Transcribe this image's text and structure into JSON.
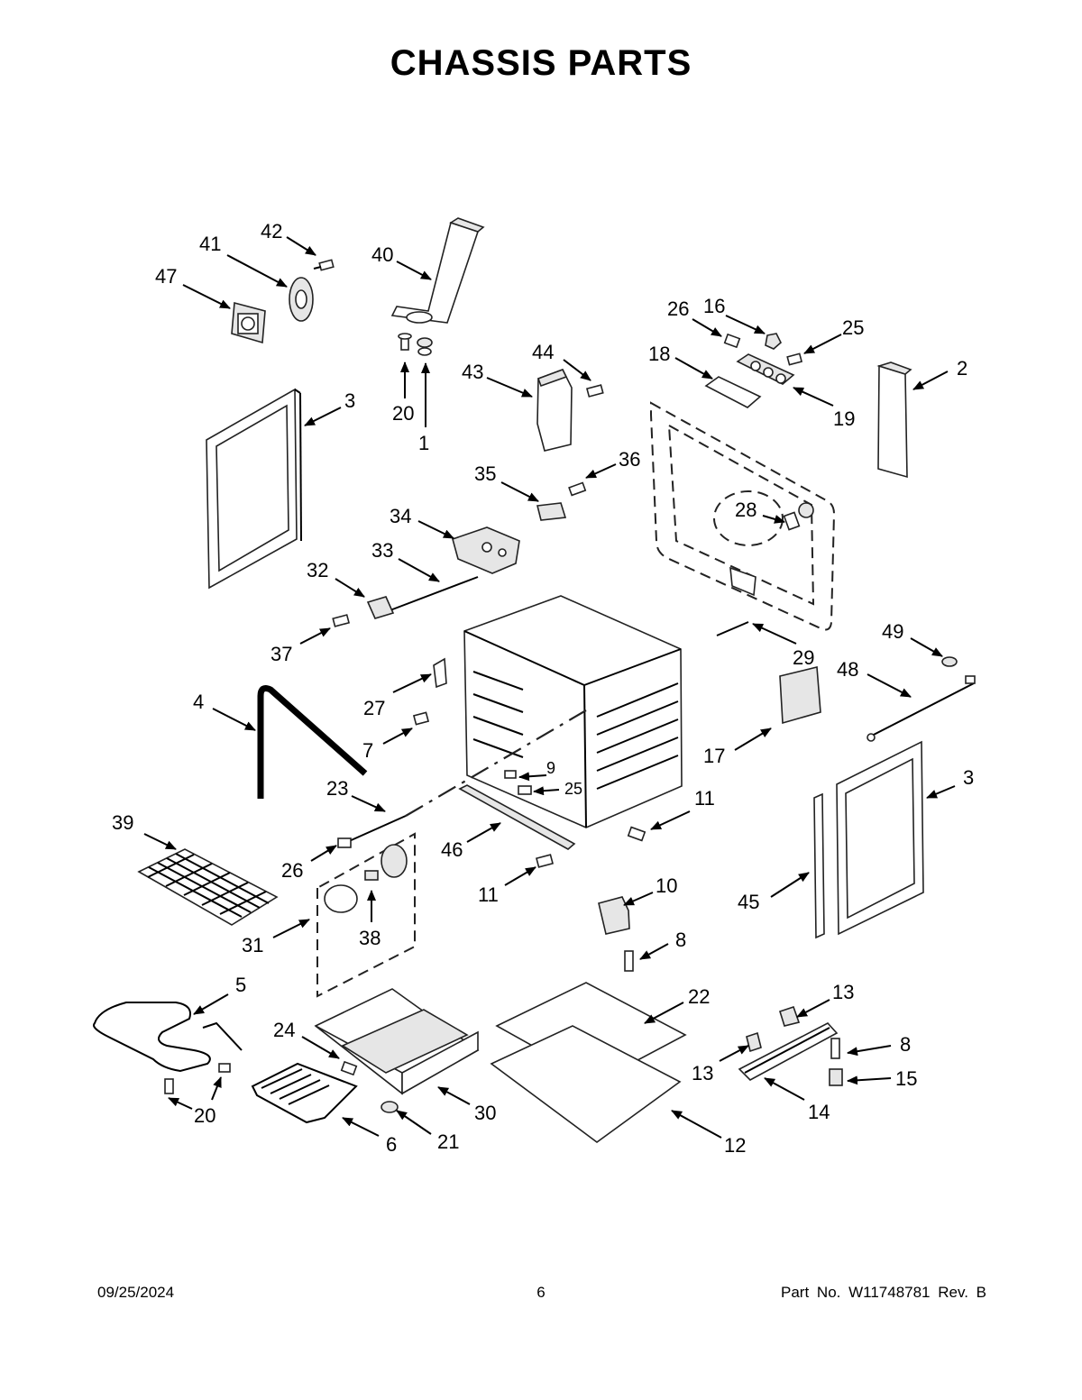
{
  "title": "CHASSIS PARTS",
  "callouts": {
    "c42": "42",
    "c41": "41",
    "c47": "47",
    "c40": "40",
    "c20a": "20",
    "c1": "1",
    "c26a": "26",
    "c16": "16",
    "c25a": "25",
    "c18": "18",
    "c19": "19",
    "c2": "2",
    "c44": "44",
    "c43": "43",
    "c3a": "3",
    "c35": "35",
    "c36": "36",
    "c28": "28",
    "c34": "34",
    "c33": "33",
    "c32": "32",
    "c37": "37",
    "c29": "29",
    "c49": "49",
    "c48": "48",
    "c27": "27",
    "c4": "4",
    "c7": "7",
    "c17": "17",
    "c9": "9",
    "c25b": "25",
    "c3b": "3",
    "c23": "23",
    "c11a": "11",
    "c39": "39",
    "c26b": "26",
    "c46": "46",
    "c11b": "11",
    "c10": "10",
    "c45": "45",
    "c31": "31",
    "c38": "38",
    "c8a": "8",
    "c5": "5",
    "c24": "24",
    "c22": "22",
    "c13a": "13",
    "c13b": "13",
    "c8b": "8",
    "c15": "15",
    "c30": "30",
    "c14": "14",
    "c20b": "20",
    "c6": "6",
    "c21": "21",
    "c12": "12"
  },
  "footer": {
    "date": "09/25/2024",
    "page": "6",
    "part": "Part No.  W11748781  Rev.  B"
  }
}
